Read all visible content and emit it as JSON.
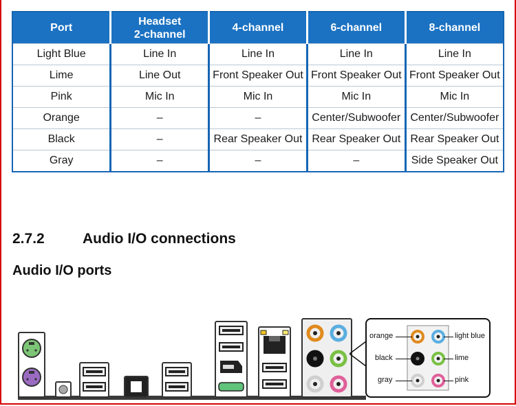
{
  "table": {
    "headers": [
      "Port",
      "Headset\n2-channel",
      "4-channel",
      "6-channel",
      "8-channel"
    ],
    "rows": [
      [
        "Light Blue",
        "Line In",
        "Line In",
        "Line In",
        "Line In"
      ],
      [
        "Lime",
        "Line Out",
        "Front Speaker Out",
        "Front Speaker Out",
        "Front Speaker Out"
      ],
      [
        "Pink",
        "Mic In",
        "Mic In",
        "Mic In",
        "Mic In"
      ],
      [
        "Orange",
        "–",
        "–",
        "Center/Subwoofer",
        "Center/Subwoofer"
      ],
      [
        "Black",
        "–",
        "Rear Speaker Out",
        "Rear Speaker Out",
        "Rear Speaker Out"
      ],
      [
        "Gray",
        "–",
        "–",
        "–",
        "Side Speaker Out"
      ]
    ]
  },
  "section": {
    "number": "2.7.2",
    "title": "Audio I/O connections"
  },
  "subsection": {
    "title": "Audio I/O ports"
  },
  "legend": {
    "orange": "orange",
    "light_blue": "light blue",
    "black": "black",
    "lime": "lime",
    "gray": "gray",
    "pink": "pink"
  },
  "colors": {
    "header_blue": "#1b72c2",
    "frame_red": "#d40000",
    "orange": "#e08a1e",
    "light_blue": "#5aaee0",
    "black": "#111111",
    "lime": "#79c043",
    "gray": "#cfcfcf",
    "pink": "#e0609a"
  }
}
